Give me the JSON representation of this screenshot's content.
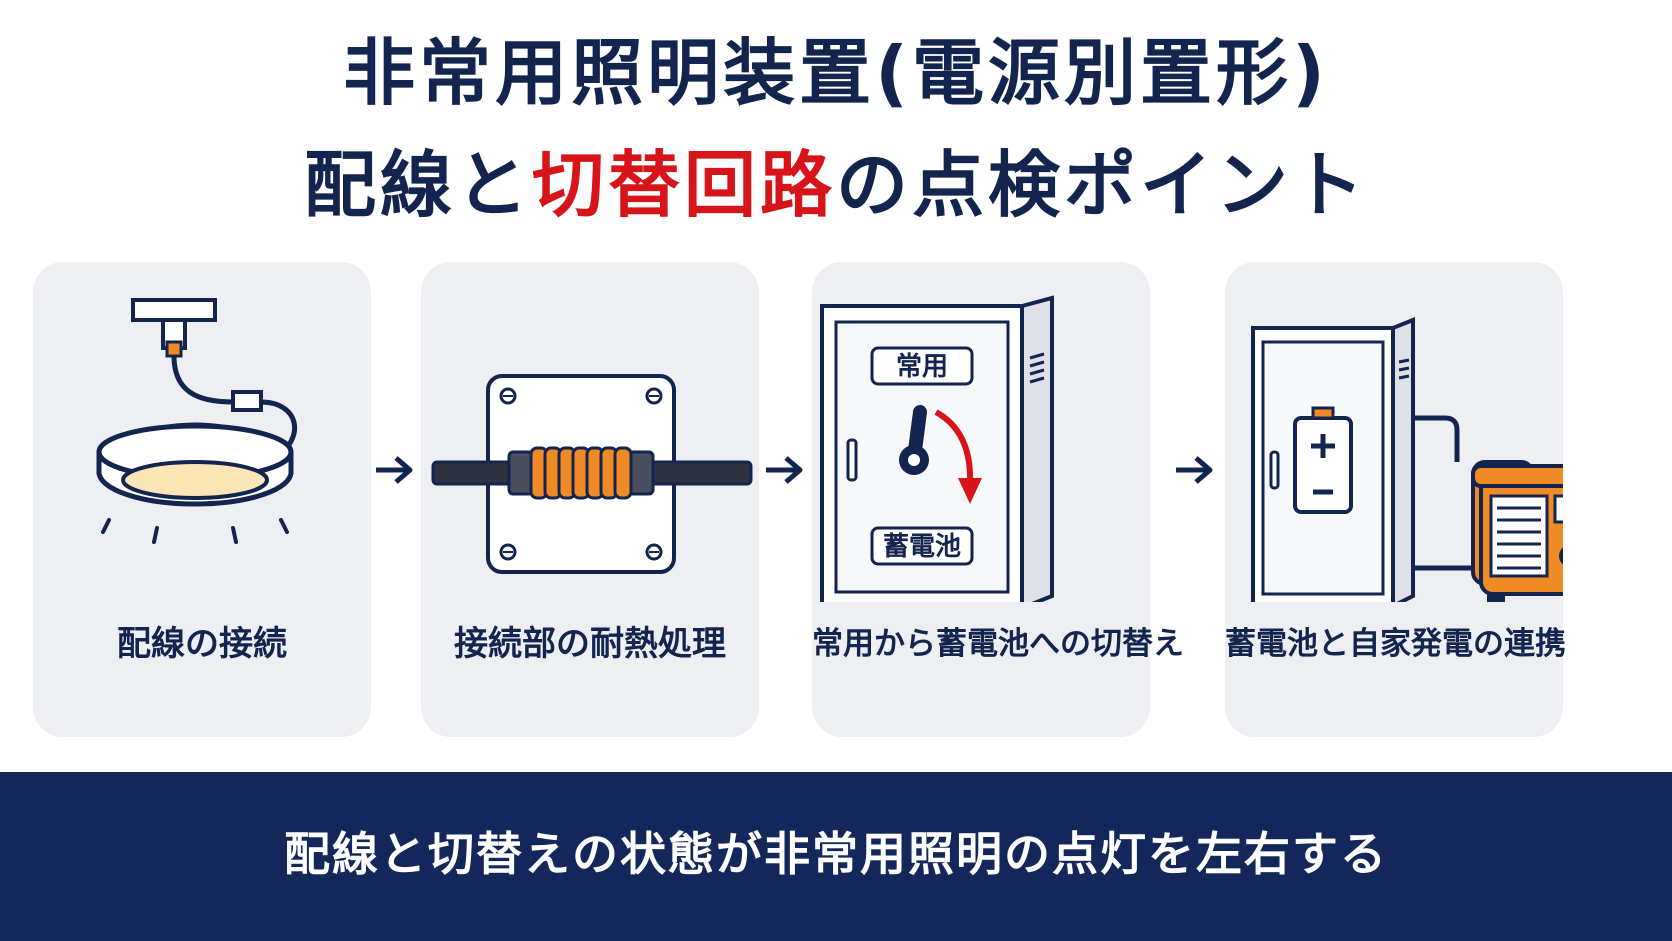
{
  "title": {
    "line1": "非常用照明装置(電源別置形)",
    "line2_prefix": "配線と",
    "line2_accent": "切替回路",
    "line2_suffix": "の点検ポイント"
  },
  "steps": [
    {
      "label": "配線の接続"
    },
    {
      "label": "接続部の耐熱処理"
    },
    {
      "label": "常用から蓄電池への切替え",
      "switch_top": "常用",
      "switch_bottom": "蓄電池"
    },
    {
      "label": "蓄電池と自家発電の連携"
    }
  ],
  "footer": {
    "text": "配線と切替えの状態が非常用照明の点灯を左右する"
  },
  "colors": {
    "navy": "#13244f",
    "accent_red": "#d7141a",
    "orange": "#f08a24",
    "card_bg": "#eeeff2",
    "footer_bg": "#14275a"
  }
}
